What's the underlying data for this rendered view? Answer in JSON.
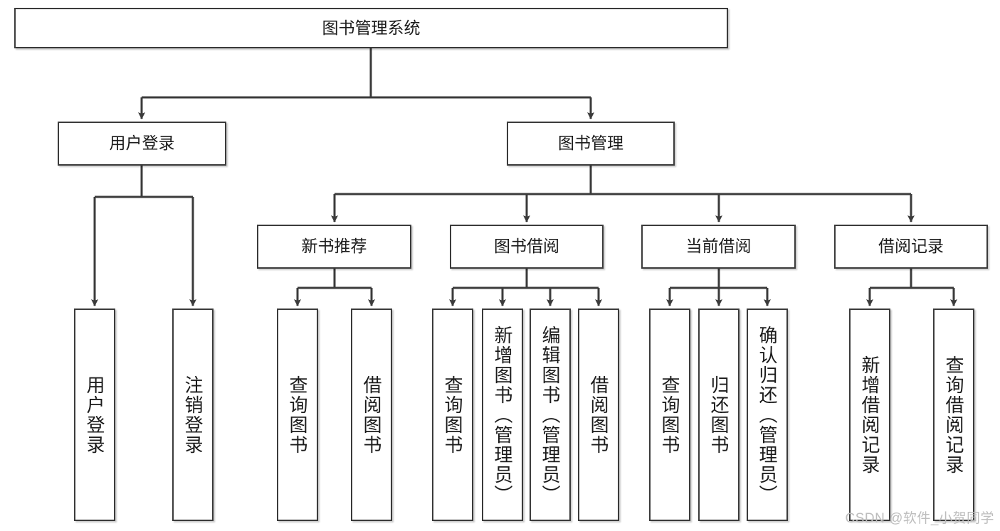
{
  "diagram": {
    "title": "图书管理系统",
    "type": "tree",
    "colors": {
      "box_border": "#3b3b3b",
      "box_fill": "#ffffff",
      "edge": "#3b3b3b",
      "text": "#1b1b1b",
      "watermark": "#bdbdbd",
      "background": "#ffffff"
    },
    "nodes": {
      "root": {
        "label": "图书管理系统"
      },
      "level1": [
        {
          "label": "用户登录"
        },
        {
          "label": "图书管理"
        }
      ],
      "level2": [
        {
          "label": "新书推荐"
        },
        {
          "label": "图书借阅"
        },
        {
          "label": "当前借阅"
        },
        {
          "label": "借阅记录"
        }
      ],
      "leaves": {
        "user_login": [
          {
            "label": "用户登录"
          },
          {
            "label": "注销登录"
          }
        ],
        "new_book_recommend": [
          {
            "label": "查询图书"
          },
          {
            "label": "借阅图书"
          }
        ],
        "book_borrow": [
          {
            "label": "查询图书"
          },
          {
            "label": "新增图书（管理员）"
          },
          {
            "label": "编辑图书（管理员）"
          },
          {
            "label": "借阅图书"
          }
        ],
        "current_borrow": [
          {
            "label": "查询图书"
          },
          {
            "label": "归还图书"
          },
          {
            "label": "确认归还（管理员）"
          }
        ],
        "borrow_record": [
          {
            "label": "新增借阅记录"
          },
          {
            "label": "查询借阅记录"
          }
        ]
      }
    }
  },
  "watermark": {
    "text": "CSDN @软件_小贺同学"
  }
}
